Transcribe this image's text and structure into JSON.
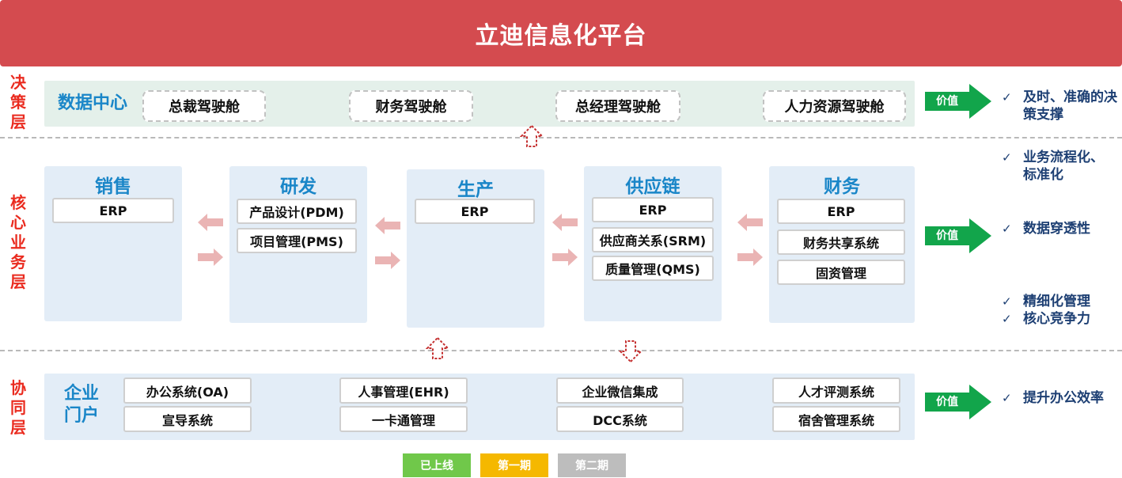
{
  "platform_title": "立迪信息化平台",
  "layers": {
    "decision": "决\n策\n层",
    "core": "核\n心\n业\n务\n层",
    "collab": "协\n同\n层"
  },
  "decision_band": {
    "title": "数据中心",
    "cockpits": [
      "总裁驾驶舱",
      "财务驾驶舱",
      "总经理驾驶舱",
      "人力资源驾驶舱"
    ]
  },
  "core_columns": [
    {
      "title": "销售",
      "systems": [
        "ERP"
      ]
    },
    {
      "title": "研发",
      "systems": [
        "产品设计(PDM)",
        "项目管理(PMS)"
      ]
    },
    {
      "title": "生产",
      "systems": [
        "ERP"
      ]
    },
    {
      "title": "供应链",
      "systems": [
        "ERP",
        "供应商关系(SRM)",
        "质量管理(QMS)"
      ]
    },
    {
      "title": "财务",
      "systems": [
        "ERP",
        "财务共享系统",
        "固资管理"
      ]
    }
  ],
  "portal_band": {
    "title": "企业\n门户",
    "systems": [
      [
        "办公系统(OA)",
        "宣导系统"
      ],
      [
        "人事管理(EHR)",
        "一卡通管理"
      ],
      [
        "企业微信集成",
        "DCC系统"
      ],
      [
        "人才评测系统",
        "宿舍管理系统"
      ]
    ]
  },
  "value_label": "价值",
  "values": {
    "decision": [
      "及时、准确的决\n策支撑"
    ],
    "core": [
      "业务流程化、\n标准化",
      "数据穿透性",
      "精细化管理",
      "核心竞争力"
    ],
    "collab": [
      "提升办公效率"
    ]
  },
  "check_mark": "✓",
  "legend": [
    {
      "label": "已上线",
      "color": "#70c84a"
    },
    {
      "label": "第一期",
      "color": "#f5b800"
    },
    {
      "label": "第二期",
      "color": "#bdbdbd"
    }
  ],
  "colors": {
    "banner": "#d44b4f",
    "layer_label": "#ea2b1f",
    "band_title": "#1a86c8",
    "value_arrow": "#12a54b",
    "value_text": "#1d3f73",
    "flow_arrow": "#eab4b4"
  }
}
